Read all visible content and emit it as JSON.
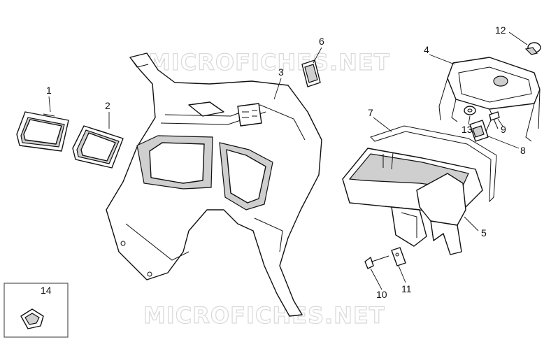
{
  "watermark": "MICROFICHES.NET",
  "callouts": [
    "1",
    "2",
    "3",
    "4",
    "5",
    "6",
    "7",
    "8",
    "9",
    "10",
    "11",
    "12",
    "13",
    "14"
  ]
}
